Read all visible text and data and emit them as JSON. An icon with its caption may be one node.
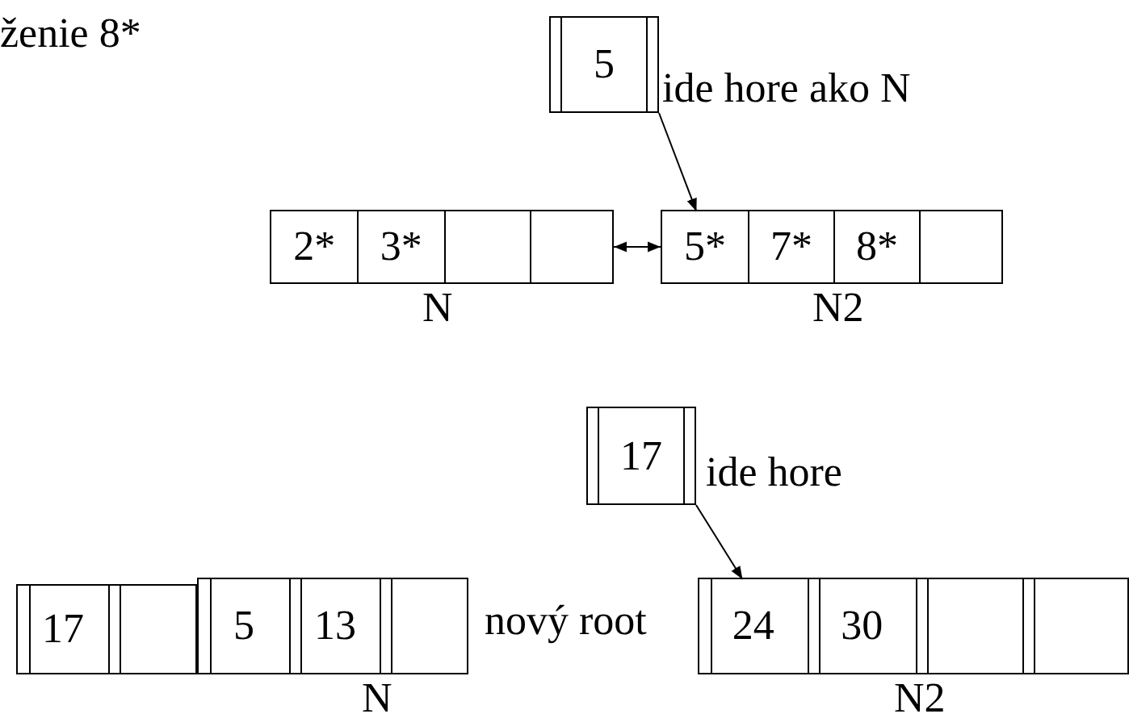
{
  "diagram": {
    "nodes": [
      {
        "text": [
          "5"
        ],
        "beside": [
          "ide hore ako N"
        ]
      },
      {
        "text": [
          "N"
        ]
      },
      {
        "text": [
          "2*"
        ],
        "in": 1
      },
      {
        "text": [
          "3*"
        ],
        "in": 1
      },
      {
        "text": [],
        "shape": "box",
        "in": 1
      },
      {
        "text": [],
        "shape": "box",
        "in": 1
      },
      {
        "text": [
          "N2"
        ]
      },
      {
        "text": [
          "5*"
        ],
        "in": 6
      },
      {
        "text": [
          "7*"
        ],
        "in": 6
      },
      {
        "text": [
          "8*"
        ],
        "in": 6
      },
      {
        "text": [],
        "shape": "box",
        "in": 6
      },
      {
        "text": [
          "17"
        ],
        "beside": [
          "ide hore"
        ]
      },
      {
        "text": [],
        "shape": "box"
      },
      {
        "text": [
          "17"
        ],
        "in": 12
      },
      {
        "text": [],
        "shape": "box",
        "in": 12
      },
      {
        "text": [
          "N"
        ]
      },
      {
        "text": [
          "5"
        ],
        "in": 15
      },
      {
        "text": [
          "13"
        ],
        "in": 15
      },
      {
        "text": [],
        "shape": "box",
        "in": 15
      },
      {
        "text": [
          "N2"
        ]
      },
      {
        "text": [
          "24"
        ],
        "in": 19
      },
      {
        "text": [
          "30"
        ],
        "in": 19
      },
      {
        "text": [],
        "shape": "box",
        "in": 19
      },
      {
        "text": [],
        "shape": "box",
        "in": 19
      }
    ],
    "edges": [
      {
        "from": 0,
        "to": 7,
        "arrow": "to"
      },
      {
        "from": 1,
        "to": 6,
        "arrow": "both"
      },
      {
        "from": 11,
        "to": 20,
        "arrow": "to"
      }
    ],
    "labels": [
      "ženie 8*",
      "nový root"
    ]
  }
}
